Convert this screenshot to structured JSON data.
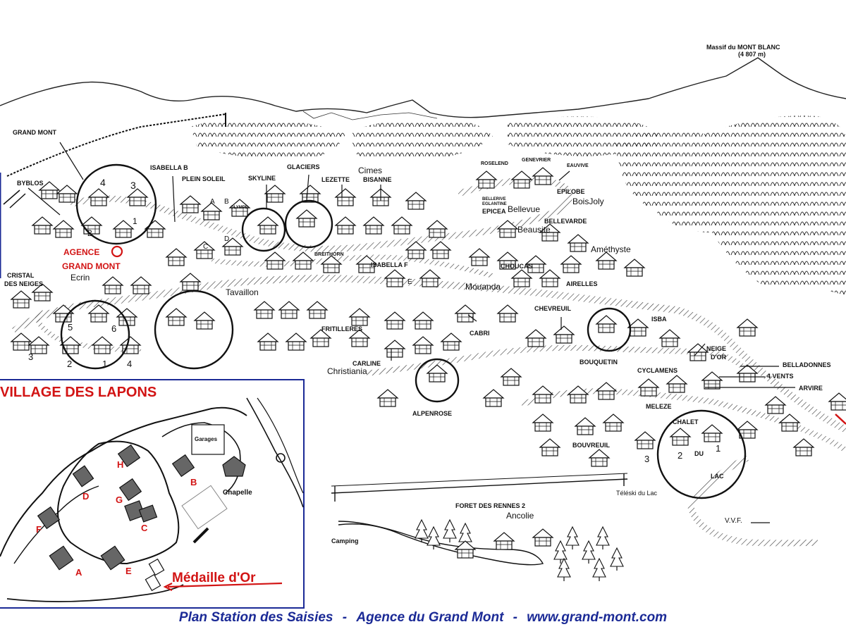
{
  "mountain": {
    "name": "Massif du MONT BLANC",
    "altitude": "(4 807 m)"
  },
  "labels": {
    "grand_mont": "GRAND MONT",
    "byblos": "BYBLOS",
    "isabella_b": "ISABELLA B",
    "plein_soleil": "PLEIN SOLEIL",
    "skyline": "SKYLINE",
    "glaciers": "GLACIERS",
    "cimes": "Cimes",
    "lezette": "LEZETTE",
    "bisanne": "BISANNE",
    "roselend": "ROSELEND",
    "genevrier": "GENEVRIER",
    "eauvive": "EAUVIVE",
    "epilobe": "EPILOBE",
    "bois_joly": "BoisJoly",
    "bellerive": "BELLERIVE",
    "eglantine": "EGLANTINE",
    "epicea": "EPICEA",
    "bellevue": "Bellevue",
    "beausite": "Beausite",
    "bellevarde": "BELLEVARDE",
    "amethyste": "Améthyste",
    "olympe": "OLYMPE",
    "breithorn": "BREITHORN",
    "isabella_f": "ISABELLA F",
    "choucas": "CHOUCAS",
    "airelles": "AIRELLES",
    "mouanda": "Mouanda",
    "cristal": "CRISTAL",
    "des_neiges": "DES NEIGES",
    "ecrin": "Ecrin",
    "tavaillon": "Tavaillon",
    "chevreuil": "CHEVREUIL",
    "cabri": "CABRI",
    "fritilleres": "FRITILLERES",
    "isba": "ISBA",
    "carline": "CARLINE",
    "christiania": "Christiania",
    "bouquetin": "BOUQUETIN",
    "neige_d": "NEIGE",
    "neige_or": "D'OR",
    "cyclamens": "CYCLAMENS",
    "belladonnes": "BELLADONNES",
    "quatre_vents": "4 VENTS",
    "arvire": "ARVIRE",
    "alpenrose": "ALPENROSE",
    "meleze": "MELEZE",
    "chalet": "CHALET",
    "du": "DU",
    "lac": "LAC",
    "bouvreuil": "BOUVREUIL",
    "teleski": "Téléski du Lac",
    "foret_rennes": "FORET DES RENNES 2",
    "ancolie": "Ancolie",
    "camping": "Camping",
    "vvf": "V.V.F."
  },
  "agence": {
    "line1": "AGENCE",
    "line2": "GRAND MONT"
  },
  "letters": {
    "a": "A",
    "b": "B",
    "c": "C",
    "d": "D",
    "e": "E"
  },
  "numbers": [
    "1",
    "2",
    "3",
    "4",
    "5",
    "6"
  ],
  "inset": {
    "title": "VILLAGE DES LAPONS",
    "buildings": [
      "A",
      "B",
      "C",
      "D",
      "E",
      "F",
      "G",
      "H"
    ],
    "garages": "Garages",
    "chapelle": "Chapelle",
    "medaille": "Médaille d'Or"
  },
  "footer": {
    "part1": "Plan Station des Saisies",
    "sep": "-",
    "part2": "Agence du Grand Mont",
    "part3": "www.grand-mont.com"
  },
  "colors": {
    "accent_red": "#d21414",
    "frame_blue": "#1b2a96",
    "ink": "#111111"
  }
}
